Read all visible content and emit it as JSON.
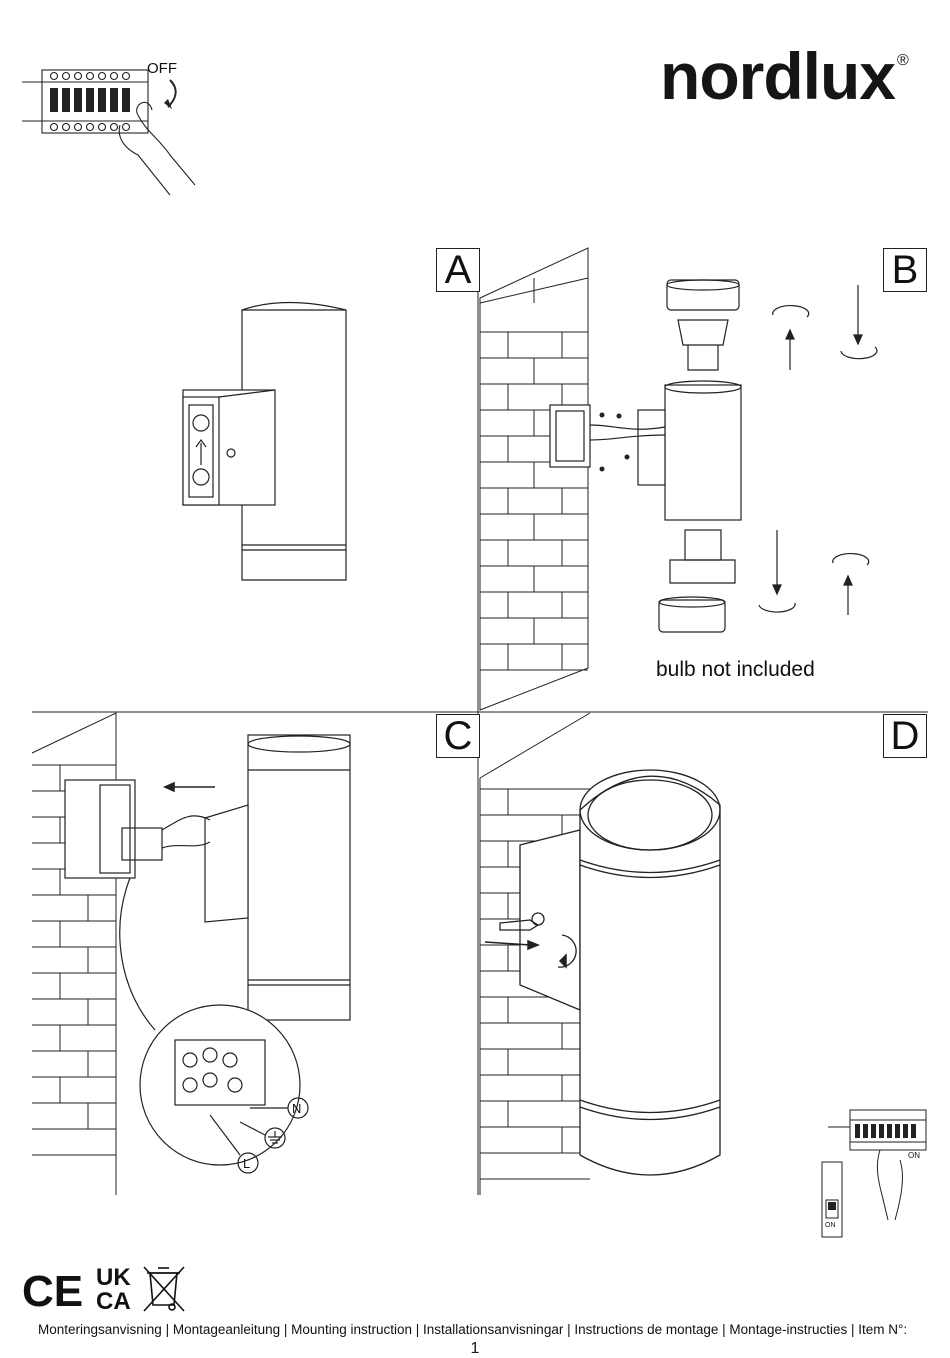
{
  "brand": {
    "name": "nordlux",
    "mark": "®"
  },
  "steps": {
    "a": "A",
    "b": "B",
    "c": "C",
    "d": "D"
  },
  "illustration_labels": {
    "switch_off": "OFF",
    "switch_on": "ON",
    "neutral": "N",
    "live": "L"
  },
  "notes": {
    "bulb": "bulb not included"
  },
  "certifications": {
    "ce": "CE",
    "ukca_top": "UK",
    "ukca_bottom": "CA"
  },
  "footer": {
    "titles": "Monteringsanvisning | Montageanleitung | Mounting instruction | Installationsanvisningar | Instructions de montage | Montage-instructies | Item N°:",
    "page_number": "1"
  }
}
